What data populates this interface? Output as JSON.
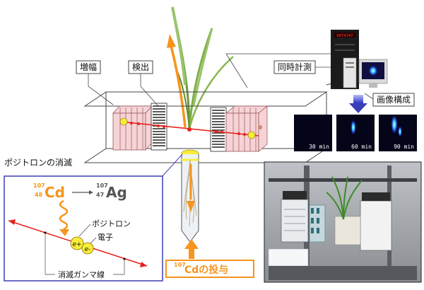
{
  "labels": {
    "amplify": "増幅",
    "detect": "検出",
    "coincidence": "同時計測",
    "image_build": "画像構成",
    "annihilation_title": "ポジトロンの消滅",
    "positron": "ポジトロン",
    "electron": "電子",
    "gamma": "消滅ガンマ線",
    "dose": "Cdの投与",
    "dose_mass": "107"
  },
  "reaction": {
    "parent": {
      "mass": "107",
      "number": "48",
      "symbol": "Cd"
    },
    "daughter": {
      "mass": "107",
      "number": "47",
      "symbol": "Ag"
    }
  },
  "particles": {
    "positron": "e+",
    "electron": "e-"
  },
  "time_frames": [
    "30 min",
    "60 min",
    "90 min"
  ],
  "device_display": "0074747",
  "colors": {
    "orange": "#f7941d",
    "gamma_red": "#e8211c",
    "frame_blue": "#3b3fb6",
    "detector_pink": "#f6d3d6",
    "pmt_black": "#222222",
    "particle_yellow": "#f7ed3a",
    "arrow_blue": "#4a55d9"
  }
}
